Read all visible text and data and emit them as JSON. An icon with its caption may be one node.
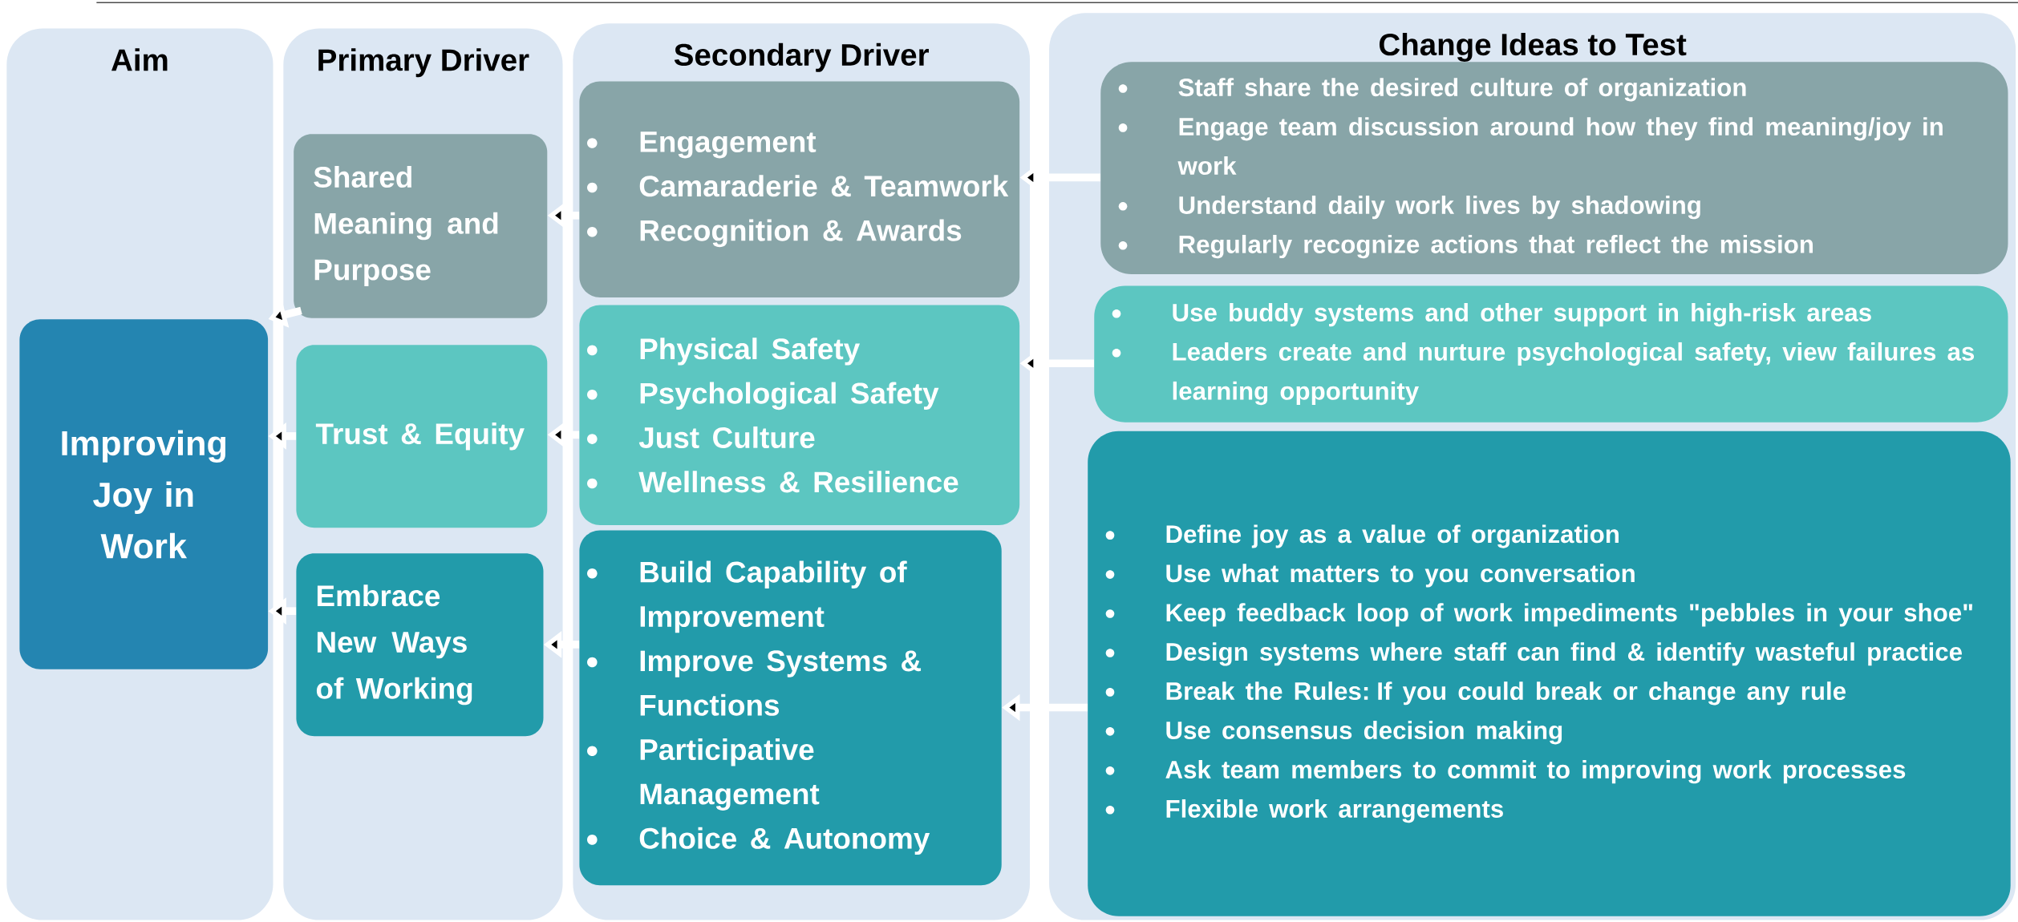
{
  "diagram": {
    "nodes": [
      {
        "text": [
          "Aim"
        ]
      },
      {
        "text": [
          "Improving Joy in Work"
        ],
        "in": 0
      },
      {
        "text": [
          "Primary Driver"
        ]
      },
      {
        "text": [
          "Shared Meaning and Purpose"
        ],
        "in": 2
      },
      {
        "text": [
          "Trust & Equity"
        ],
        "in": 2
      },
      {
        "text": [
          "Embrace New Ways of Working"
        ],
        "in": 2
      },
      {
        "text": [
          "Secondary Driver"
        ]
      },
      {
        "text": [
          "Engagement",
          "Camaraderie & Teamwork",
          "Recognition & Awards"
        ],
        "in": 6
      },
      {
        "text": [
          "Physical Safety",
          "Psychological Safety",
          "Just Culture",
          "Wellness & Resilience"
        ],
        "in": 6
      },
      {
        "text": [
          "Build Capability of Improvement",
          "Improve Systems & Functions",
          "Participative Management",
          "Choice & Autonomy"
        ],
        "in": 6
      },
      {
        "text": [
          "Change Ideas to Test"
        ]
      },
      {
        "text": [
          "Staff share the desired culture of organization",
          "Engage team discussion around how they find meaning/joy in work",
          "Understand daily work lives by shadowing",
          "Regularly recognize actions that reflect the mission"
        ],
        "in": 10
      },
      {
        "text": [
          "Use buddy systems and other support in high-risk areas",
          "Leaders create and nurture psychological safety, view failures as learning opportunity"
        ],
        "in": 10
      },
      {
        "text": [
          "Define joy as a value of organization",
          "Use what matters to you conversation",
          "Keep feedback loop of work impediments \"pebbles in your shoe\"",
          "Design systems where staff can find & identify wasteful practice",
          "Break the Rules: If you could break or change any rule",
          "Use consensus decision making",
          "Ask team members to commit to improving work processes",
          "Flexible work arrangements"
        ],
        "in": 10
      }
    ],
    "edges": [
      {
        "from": 11,
        "to": 7,
        "arrow": "to"
      },
      {
        "from": 12,
        "to": 8,
        "arrow": "to"
      },
      {
        "from": 13,
        "to": 9,
        "arrow": "to"
      },
      {
        "from": 7,
        "to": 3,
        "arrow": "to"
      },
      {
        "from": 8,
        "to": 4,
        "arrow": "to"
      },
      {
        "from": 9,
        "to": 5,
        "arrow": "to"
      },
      {
        "from": 3,
        "to": 1,
        "arrow": "to"
      },
      {
        "from": 4,
        "to": 1,
        "arrow": "to"
      },
      {
        "from": 5,
        "to": 1,
        "arrow": "to"
      }
    ]
  }
}
